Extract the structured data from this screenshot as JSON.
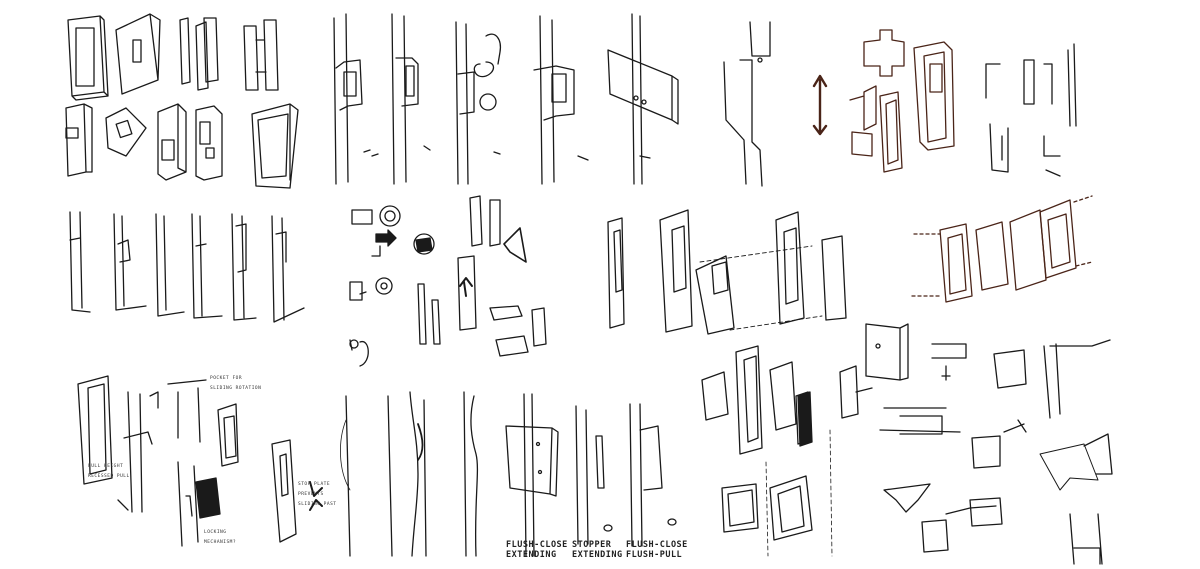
{
  "sheet": {
    "background": "#ffffff",
    "ink_color": "#1a1a1a",
    "ink_brown": "#4a2418"
  },
  "labels": {
    "flush_close_extending": "FLUSH-CLOSE\nEXTENDING",
    "stopper_extending": "STOPPER\nEXTENDING",
    "flush_close_flush_pull": "FLUSH-CLOSE\nFLUSH-PULL",
    "note_full_height": "FULL HEIGHT\nRECESSED PULL",
    "note_pocket": "POCKET FOR\nSLIDING ROTATION",
    "note_locking": "LOCKING\nMECHANISM?",
    "note_stop": "STOP PLATE\nPREVENTS\nSLIDING PAST"
  }
}
